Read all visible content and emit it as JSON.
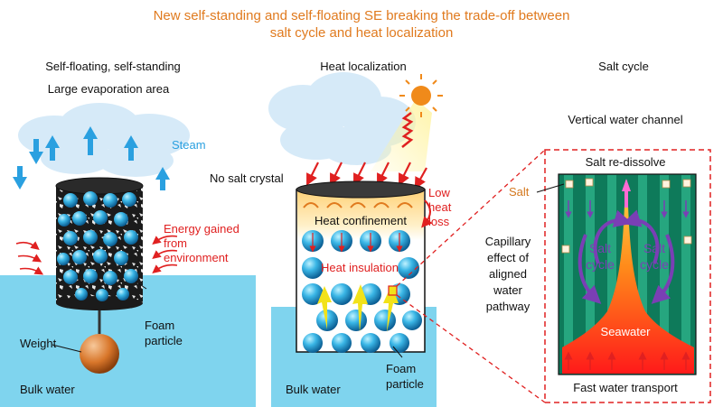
{
  "title": {
    "line1": "New self-standing and self-floating SE breaking the trade-off between",
    "line2": "salt cycle and heat localization"
  },
  "left_panel": {
    "heading": "Self-floating, self-standing",
    "subheading": "Large evaporation area",
    "steam_label": "Steam",
    "energy_line1": "Energy gained",
    "energy_line2": "from",
    "energy_line3": "environment",
    "weight_label": "Weight",
    "foam_line1": "Foam",
    "foam_line2": "particle",
    "bulk_water": "Bulk water"
  },
  "middle_panel": {
    "heading": "Heat localization",
    "no_salt": "No salt crystal",
    "low_heat_line1": "Low",
    "low_heat_line2": "heat",
    "low_heat_line3": "loss",
    "heat_confinement": "Heat confinement",
    "heat_insulation": "Heat insulation",
    "foam_line1": "Foam",
    "foam_line2": "particle",
    "bulk_water": "Bulk water"
  },
  "right_panel": {
    "heading": "Salt cycle",
    "vertical_channel": "Vertical water channel",
    "salt_redissolve": "Salt re-dissolve",
    "salt_label": "Salt",
    "capillary_line1": "Capillary",
    "capillary_line2": "effect of",
    "capillary_line3": "aligned",
    "capillary_line4": "water",
    "capillary_line5": "pathway",
    "salt_cycle_left_1": "Salt",
    "salt_cycle_left_2": "cycle",
    "salt_cycle_right_1": "Salt",
    "salt_cycle_right_2": "cycle",
    "seawater": "Seawater",
    "fast_transport": "Fast water transport"
  },
  "colors": {
    "title_orange": "#e07a1e",
    "red_text": "#e02020",
    "steam_blue": "#2aa0e0",
    "water_cyan": "#7fd4ee",
    "salt_cycle_purple": "#7a3fb5",
    "salt_label_orange": "#d4781e"
  }
}
